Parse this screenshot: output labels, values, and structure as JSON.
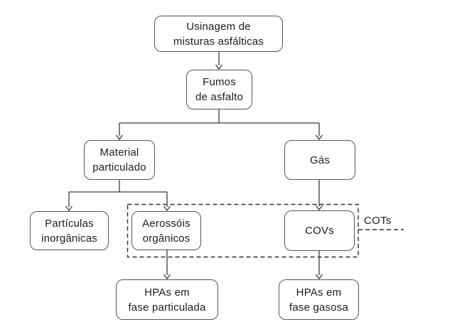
{
  "diagram": {
    "nodes": {
      "usinagem": {
        "line1": "Usinagem de",
        "line2": "misturas asfálticas"
      },
      "fumos": {
        "line1": "Fumos",
        "line2": "de asfalto"
      },
      "material": {
        "line1": "Material",
        "line2": "particulado"
      },
      "gas": {
        "line1": "Gás"
      },
      "particulas": {
        "line1": "Partículas",
        "line2": "inorgânicas"
      },
      "aerossois": {
        "line1": "Aerossóis",
        "line2": "orgânicos"
      },
      "covs": {
        "line1": "COVs"
      },
      "hpas_particulada": {
        "line1": "HPAs em",
        "line2": "fase particulada"
      },
      "hpas_gasosa": {
        "line1": "HPAs em",
        "line2": "fase gasosa"
      }
    },
    "edges": [
      {
        "from": "usinagem",
        "to": "fumos"
      },
      {
        "from": "fumos",
        "to": "material"
      },
      {
        "from": "fumos",
        "to": "gas"
      },
      {
        "from": "material",
        "to": "particulas"
      },
      {
        "from": "material",
        "to": "aerossois"
      },
      {
        "from": "gas",
        "to": "covs"
      },
      {
        "from": "aerossois",
        "to": "hpas_particulada"
      },
      {
        "from": "covs",
        "to": "hpas_gasosa"
      }
    ],
    "groups": [
      {
        "label": "COTs",
        "members": [
          "aerossois",
          "covs"
        ],
        "style": "dashed"
      }
    ],
    "annotations": {
      "cots": "COTs"
    },
    "colors": {
      "background": "#ffffff",
      "box_border": "#555555",
      "connector": "#3c3c3c",
      "dashed_border": "#2e2e2e",
      "text": "#1c1c1c"
    }
  }
}
